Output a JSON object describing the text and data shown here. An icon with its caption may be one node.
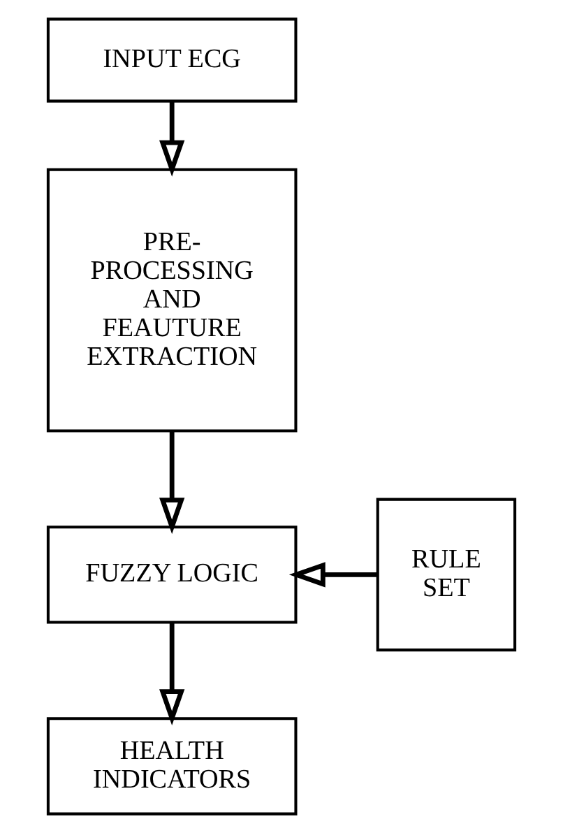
{
  "diagram": {
    "nodes": [
      {
        "text": [
          "INPUT ECG"
        ]
      },
      {
        "text": [
          "PRE- PROCESSING AND FEAUTURE EXTRACTION"
        ]
      },
      {
        "text": [
          "FUZZY LOGIC"
        ]
      },
      {
        "text": [
          "RULE SET"
        ]
      },
      {
        "text": [
          "HEALTH INDICATORS"
        ]
      }
    ],
    "edges": [
      {
        "from": 0,
        "to": 1,
        "arrow": "to"
      },
      {
        "from": 1,
        "to": 2,
        "arrow": "to"
      },
      {
        "from": 3,
        "to": 2,
        "arrow": "to"
      },
      {
        "from": 2,
        "to": 4,
        "arrow": "to"
      }
    ]
  }
}
